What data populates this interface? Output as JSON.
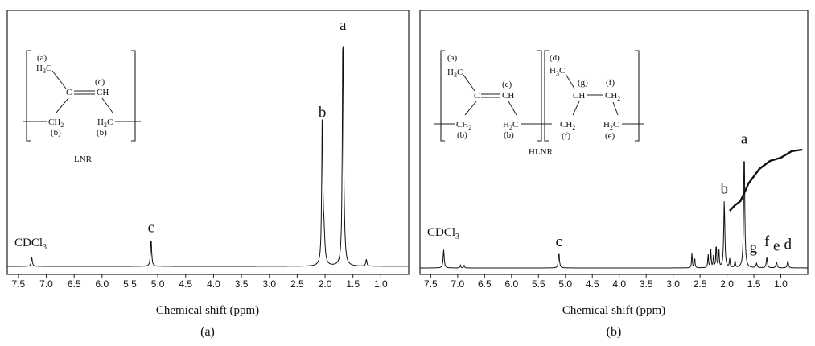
{
  "chart_data": [
    {
      "type": "line",
      "panel_label": "(a)",
      "xlabel": "Chemical shift (ppm)",
      "ylabel": "",
      "xlim": [
        7.7,
        0.5
      ],
      "x_reversed": true,
      "xticks": [
        "7.5",
        "7.0",
        "6.5",
        "6.0",
        "5.5",
        "5.0",
        "4.5",
        "4.0",
        "3.5",
        "3.0",
        "2.5",
        "2.0",
        "1.5",
        "1.0"
      ],
      "solvent_label": "CDCl3",
      "peaks": [
        {
          "label": "",
          "ppm": 7.26,
          "height": 0.04
        },
        {
          "label": "c",
          "ppm": 5.12,
          "height": 0.12
        },
        {
          "label": "b",
          "ppm": 2.05,
          "height": 0.62
        },
        {
          "label": "a",
          "ppm": 1.68,
          "height": 1.0
        },
        {
          "label": "",
          "ppm": 1.26,
          "height": 0.03
        }
      ],
      "structure": {
        "name": "LNR",
        "labels": [
          "(a)",
          "H3C",
          "(c)",
          "C",
          "CH",
          "CH2",
          "H2C",
          "(b)",
          "(b)"
        ]
      }
    },
    {
      "type": "line",
      "panel_label": "(b)",
      "xlabel": "Chemical shift (ppm)",
      "ylabel": "",
      "xlim": [
        7.7,
        0.5
      ],
      "x_reversed": true,
      "xticks": [
        "7.5",
        "7.0",
        "6.5",
        "6.0",
        "5.5",
        "5.0",
        "4.5",
        "4.0",
        "3.5",
        "3.0",
        "2.5",
        "2.0",
        "1.5",
        "1.0"
      ],
      "solvent_label": "CDCl3",
      "peaks": [
        {
          "label": "",
          "ppm": 7.26,
          "height": 0.12
        },
        {
          "label": "c",
          "ppm": 5.12,
          "height": 0.1
        },
        {
          "label": "b",
          "ppm": 2.05,
          "height": 0.45
        },
        {
          "label": "a",
          "ppm": 1.68,
          "height": 0.78
        },
        {
          "label": "g",
          "ppm": 1.45,
          "height": 0.03
        },
        {
          "label": "f",
          "ppm": 1.26,
          "height": 0.07
        },
        {
          "label": "e",
          "ppm": 1.08,
          "height": 0.04
        },
        {
          "label": "d",
          "ppm": 0.87,
          "height": 0.05
        }
      ],
      "structure": {
        "name": "HLNR",
        "labels": [
          "(a)",
          "H3C",
          "(c)",
          "C",
          "CH",
          "CH2",
          "H2C",
          "(b)",
          "(b)",
          "(d)",
          "H3C",
          "(g)",
          "(f)",
          "CH",
          "CH2",
          "CH2",
          "H2C",
          "(f)",
          "(e)"
        ]
      }
    }
  ]
}
